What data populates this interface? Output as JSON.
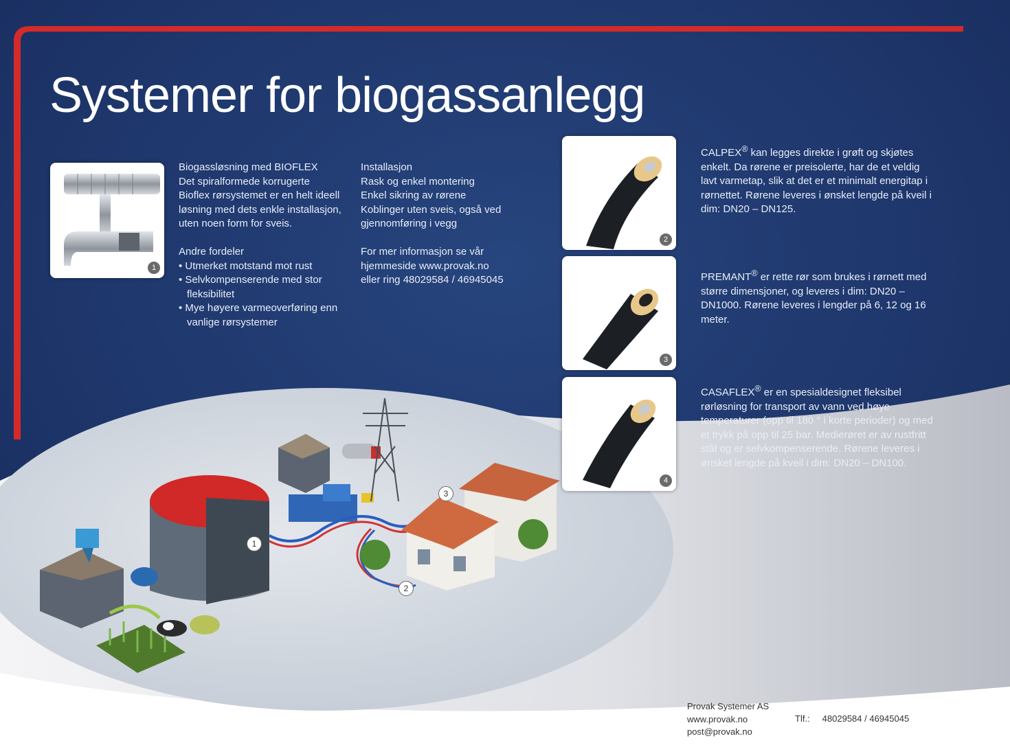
{
  "title": "Systemer for biogassanlegg",
  "colors": {
    "background": "#1f3a6e",
    "accent": "#d42a2a",
    "text": "#ffffff"
  },
  "bioflex": {
    "intro": "Biogassløsning med BIOFLEX",
    "text": "Det spiralformede korrugerte Bioflex rørsystemet er en helt ideell løsning med dets enkle installasjon, uten noen form for sveis.",
    "advantages_title": "Andre fordeler",
    "advantages": [
      "Utmerket motstand mot rust",
      "Selvkompenserende med stor fleksibilitet",
      "Mye høyere varmeoverføring enn vanlige rørsystemer"
    ],
    "image_number": "1"
  },
  "installation": {
    "title": "Installasjon",
    "lines": [
      "Rask og enkel montering",
      "Enkel sikring av rørene",
      "Koblinger uten sveis, også ved gjennomføring i vegg"
    ],
    "more_info": "For mer informasjon se vår hjemmeside www.provak.no eller ring 48029584 / 46945045"
  },
  "products": [
    {
      "name": "CALPEX",
      "mark": "®",
      "text": " kan legges direkte i grøft og skjøtes enkelt. Da rørene er preisolerte, har de et veldig lavt varmetap, slik at det er et minimalt energitap i rørnettet. Rørene leveres i ønsket lengde på kveil i dim: DN20 – DN125.",
      "image_number": "2"
    },
    {
      "name": "PREMANT",
      "mark": "®",
      "text": " er rette rør som brukes i rørnett med større dimensjoner, og leveres i dim: DN20 –DN1000. Rørene leveres i lengder på 6, 12 og 16 meter.",
      "image_number": "3"
    },
    {
      "name": "CASAFLEX",
      "mark": "®",
      "text": " er en spesialdesignet fleksibel rørløsning for transport av vann ved høye temperaturer (opp til 180 ° i korte perioder) og med et trykk på opp til 25 bar. Medierøret er av rustfritt stål og er selvkompenserende. Rørene leveres i ønsket lengde på kveil i dim: DN20 – DN100.",
      "image_number": "4"
    }
  ],
  "diagram_markers": [
    "1",
    "2",
    "3"
  ],
  "footer": {
    "company": "Provak Systemer AS",
    "website": "www.provak.no",
    "email": "post@provak.no",
    "tel_label": "Tlf.:",
    "tel": "48029584 / 46945045"
  }
}
